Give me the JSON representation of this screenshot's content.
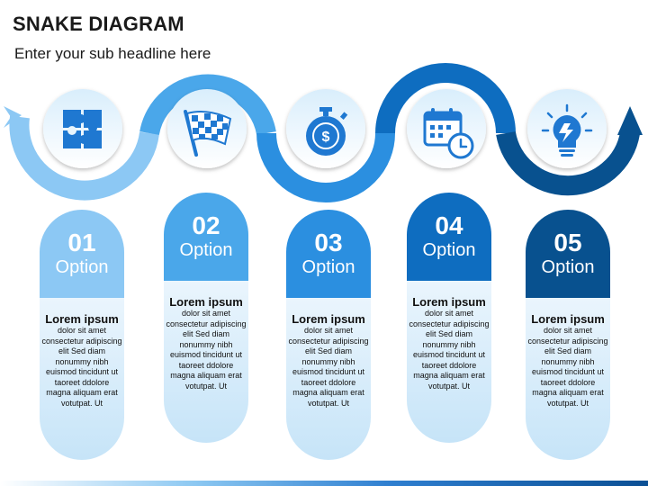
{
  "header": {
    "title": "SNAKE DIAGRAM",
    "subtitle": "Enter your sub headline here"
  },
  "colors": {
    "option1": "#8cc8f4",
    "option2": "#4aa7ea",
    "option3": "#2b8fe0",
    "option4": "#0e6dc0",
    "option5": "#08518f",
    "card_bottom": "#d6ecfa"
  },
  "options": [
    {
      "number": "01",
      "label": "Option",
      "heading": "Lorem ipsum",
      "body": "dolor sit amet consectetur adipiscing elit Sed diam nonummy nibh euismod tincidunt ut taoreet ddolore magna aliquam erat votutpat. Ut",
      "icon": "puzzle-icon"
    },
    {
      "number": "02",
      "label": "Option",
      "heading": "Lorem ipsum",
      "body": "dolor sit amet consectetur adipiscing elit Sed diam nonummy nibh euismod tincidunt ut taoreet ddolore magna aliquam erat votutpat. Ut",
      "icon": "checkered-flag-icon"
    },
    {
      "number": "03",
      "label": "Option",
      "heading": "Lorem ipsum",
      "body": "dolor sit amet consectetur adipiscing elit Sed diam nonummy nibh euismod tincidunt ut taoreet ddolore magna aliquam erat votutpat. Ut",
      "icon": "stopwatch-dollar-icon"
    },
    {
      "number": "04",
      "label": "Option",
      "heading": "Lorem ipsum",
      "body": "dolor sit amet consectetur adipiscing elit Sed diam nonummy nibh euismod tincidunt ut taoreet ddolore magna aliquam erat votutpat. Ut",
      "icon": "calendar-clock-icon"
    },
    {
      "number": "05",
      "label": "Option",
      "heading": "Lorem ipsum",
      "body": "dolor sit amet consectetur adipiscing elit Sed diam nonummy nibh euismod tincidunt ut taoreet ddolore magna aliquam erat votutpat. Ut",
      "icon": "lightbulb-icon"
    }
  ]
}
